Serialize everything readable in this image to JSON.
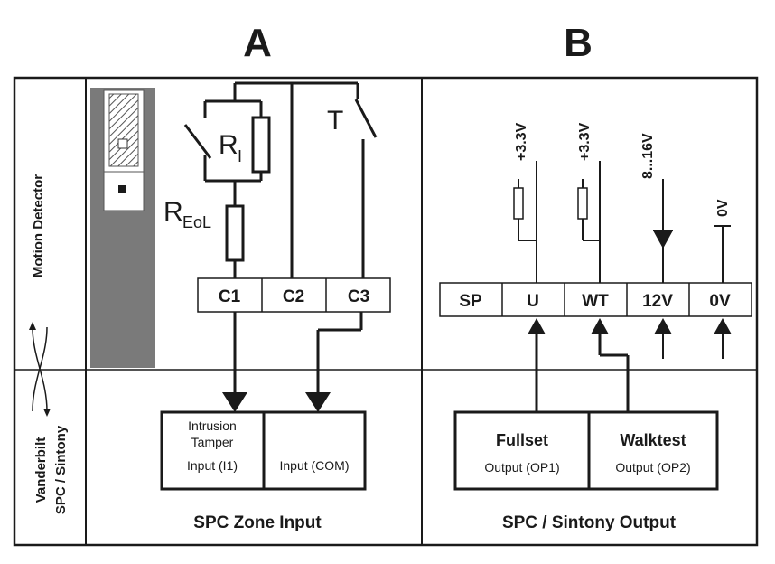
{
  "headings": {
    "a": "A",
    "b": "B"
  },
  "side_labels": {
    "motion": "Motion Detector",
    "spc_line1": "Vanderbilt",
    "spc_line2": "SPC / Sintony"
  },
  "symbols": {
    "r_i_main": "R",
    "r_i_sub": "I",
    "r_eol_main": "R",
    "r_eol_sub": "EoL",
    "tamper": "T"
  },
  "panel_a": {
    "terminals": [
      "C1",
      "C2",
      "C3"
    ],
    "input_i1": {
      "line1": "Intrusion",
      "line2": "Tamper",
      "line3": "Input (I1)"
    },
    "input_com": "Input (COM)",
    "caption": "SPC Zone Input"
  },
  "panel_b": {
    "terminals": [
      "SP",
      "U",
      "WT",
      "12V",
      "0V"
    ],
    "voltages": [
      "+3.3V",
      "+3.3V",
      "8...16V",
      "0V"
    ],
    "output1": {
      "title": "Fullset",
      "sub": "Output (OP1)"
    },
    "output2": {
      "title": "Walktest",
      "sub": "Output (OP2)"
    },
    "caption": "SPC / Sintony Output"
  }
}
